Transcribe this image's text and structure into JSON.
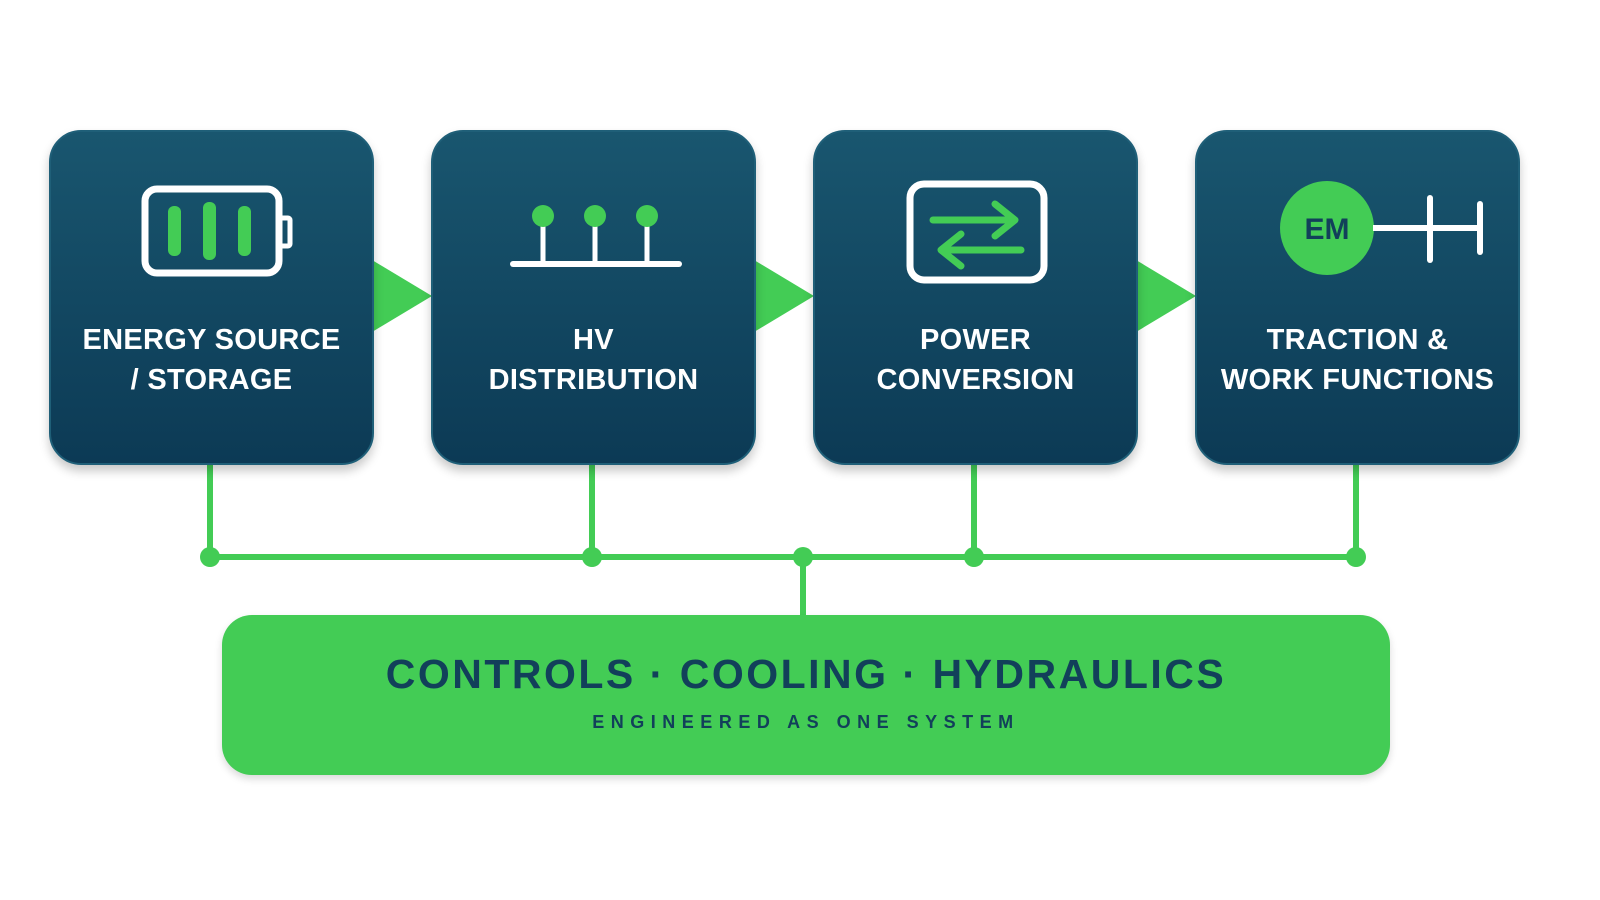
{
  "colors": {
    "box_top": "#19566f",
    "box_bottom": "#0c3a55",
    "accent_green": "#43cc55",
    "label_white": "#ffffff",
    "base_text": "#12405a"
  },
  "stages": [
    {
      "icon": "battery-icon",
      "label_lines": [
        "ENERGY SOURCE",
        "/ STORAGE"
      ]
    },
    {
      "icon": "hv-distribution-bus-icon",
      "label_lines": [
        "HV",
        "DISTRIBUTION"
      ]
    },
    {
      "icon": "power-conversion-arrows-icon",
      "label_lines": [
        "POWER",
        "CONVERSION"
      ]
    },
    {
      "icon": "electric-motor-shaft-icon",
      "icon_text": "EM",
      "label_lines": [
        "TRACTION &",
        "WORK FUNCTIONS"
      ]
    }
  ],
  "base": {
    "title": "CONTROLS · COOLING · HYDRAULICS",
    "subtitle": "ENGINEERED AS ONE SYSTEM"
  }
}
